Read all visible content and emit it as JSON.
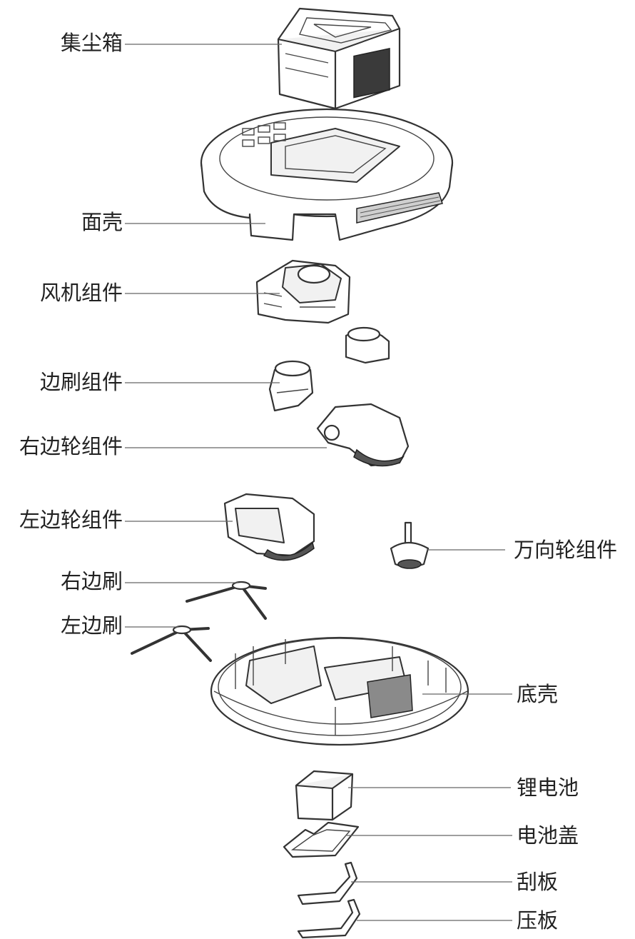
{
  "parts": {
    "dust_box": "集尘箱",
    "top_cover": "面壳",
    "fan_assembly": "风机组件",
    "side_brush_assembly": "边刷组件",
    "right_wheel_assembly": "右边轮组件",
    "left_wheel_assembly": "左边轮组件",
    "right_side_brush": "右边刷",
    "left_side_brush": "左边刷",
    "caster_wheel_assembly": "万向轮组件",
    "bottom_shell": "底壳",
    "lithium_battery": "锂电池",
    "battery_cover": "电池盖",
    "scraper": "刮板",
    "press_plate": "压板"
  }
}
